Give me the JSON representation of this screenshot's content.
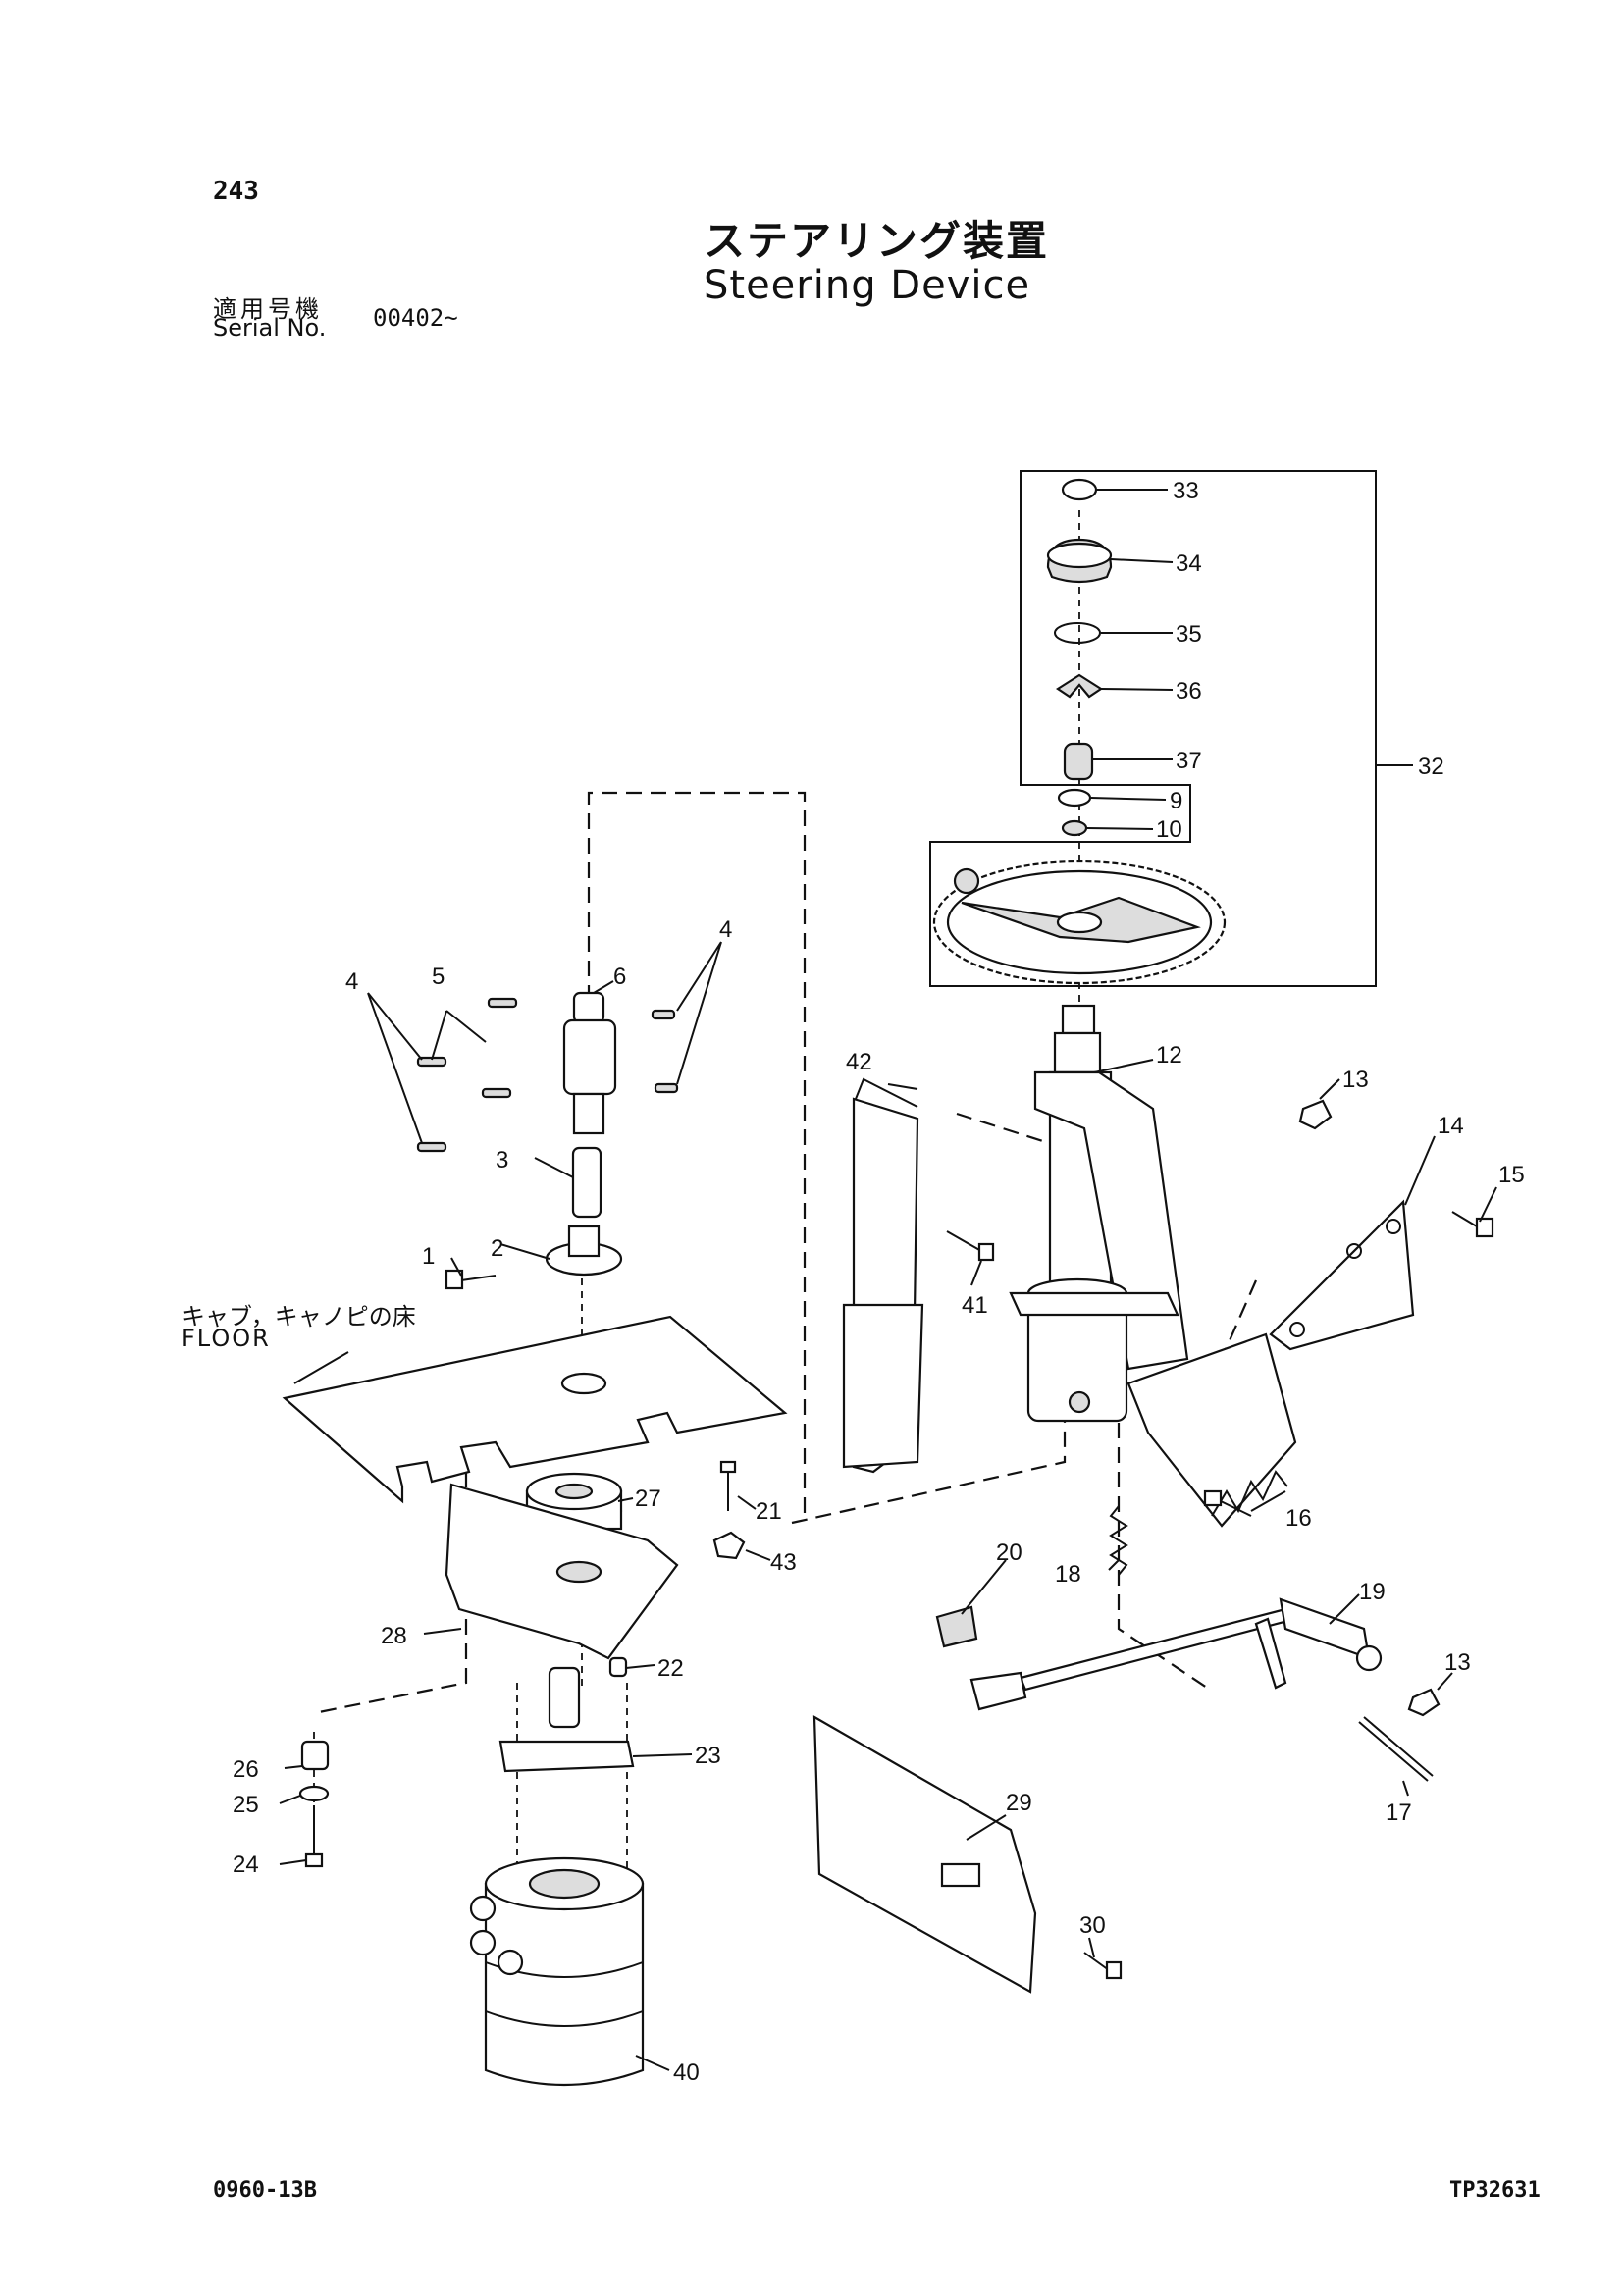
{
  "page_number": "243",
  "title": {
    "japanese": "ステアリング装置",
    "english": "Steering Device"
  },
  "serial": {
    "label_japanese": "適用号機",
    "label_english": "Serial No.",
    "value": "00402~"
  },
  "floor_label": {
    "japanese": "キャブ，キャノピの床",
    "english": "FLOOR"
  },
  "callouts": [
    "1",
    "2",
    "3",
    "4",
    "4",
    "5",
    "6",
    "9",
    "10",
    "12",
    "13",
    "13",
    "14",
    "15",
    "16",
    "17",
    "18",
    "19",
    "20",
    "21",
    "22",
    "23",
    "24",
    "25",
    "26",
    "27",
    "28",
    "29",
    "30",
    "32",
    "33",
    "34",
    "35",
    "36",
    "37",
    "40",
    "41",
    "42",
    "43"
  ],
  "footer": {
    "doc_code": "0960-13B",
    "tp_code": "TP32631"
  }
}
